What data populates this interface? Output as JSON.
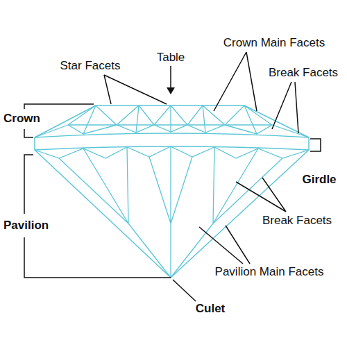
{
  "diagram": {
    "labels": [
      "Crown Main Facets",
      "Table",
      "Star Facets",
      "Break Facets",
      "Crown",
      "Girdle",
      "Break Facets",
      "Pavilion",
      "Pavilion Main Facets",
      "Culet"
    ]
  }
}
